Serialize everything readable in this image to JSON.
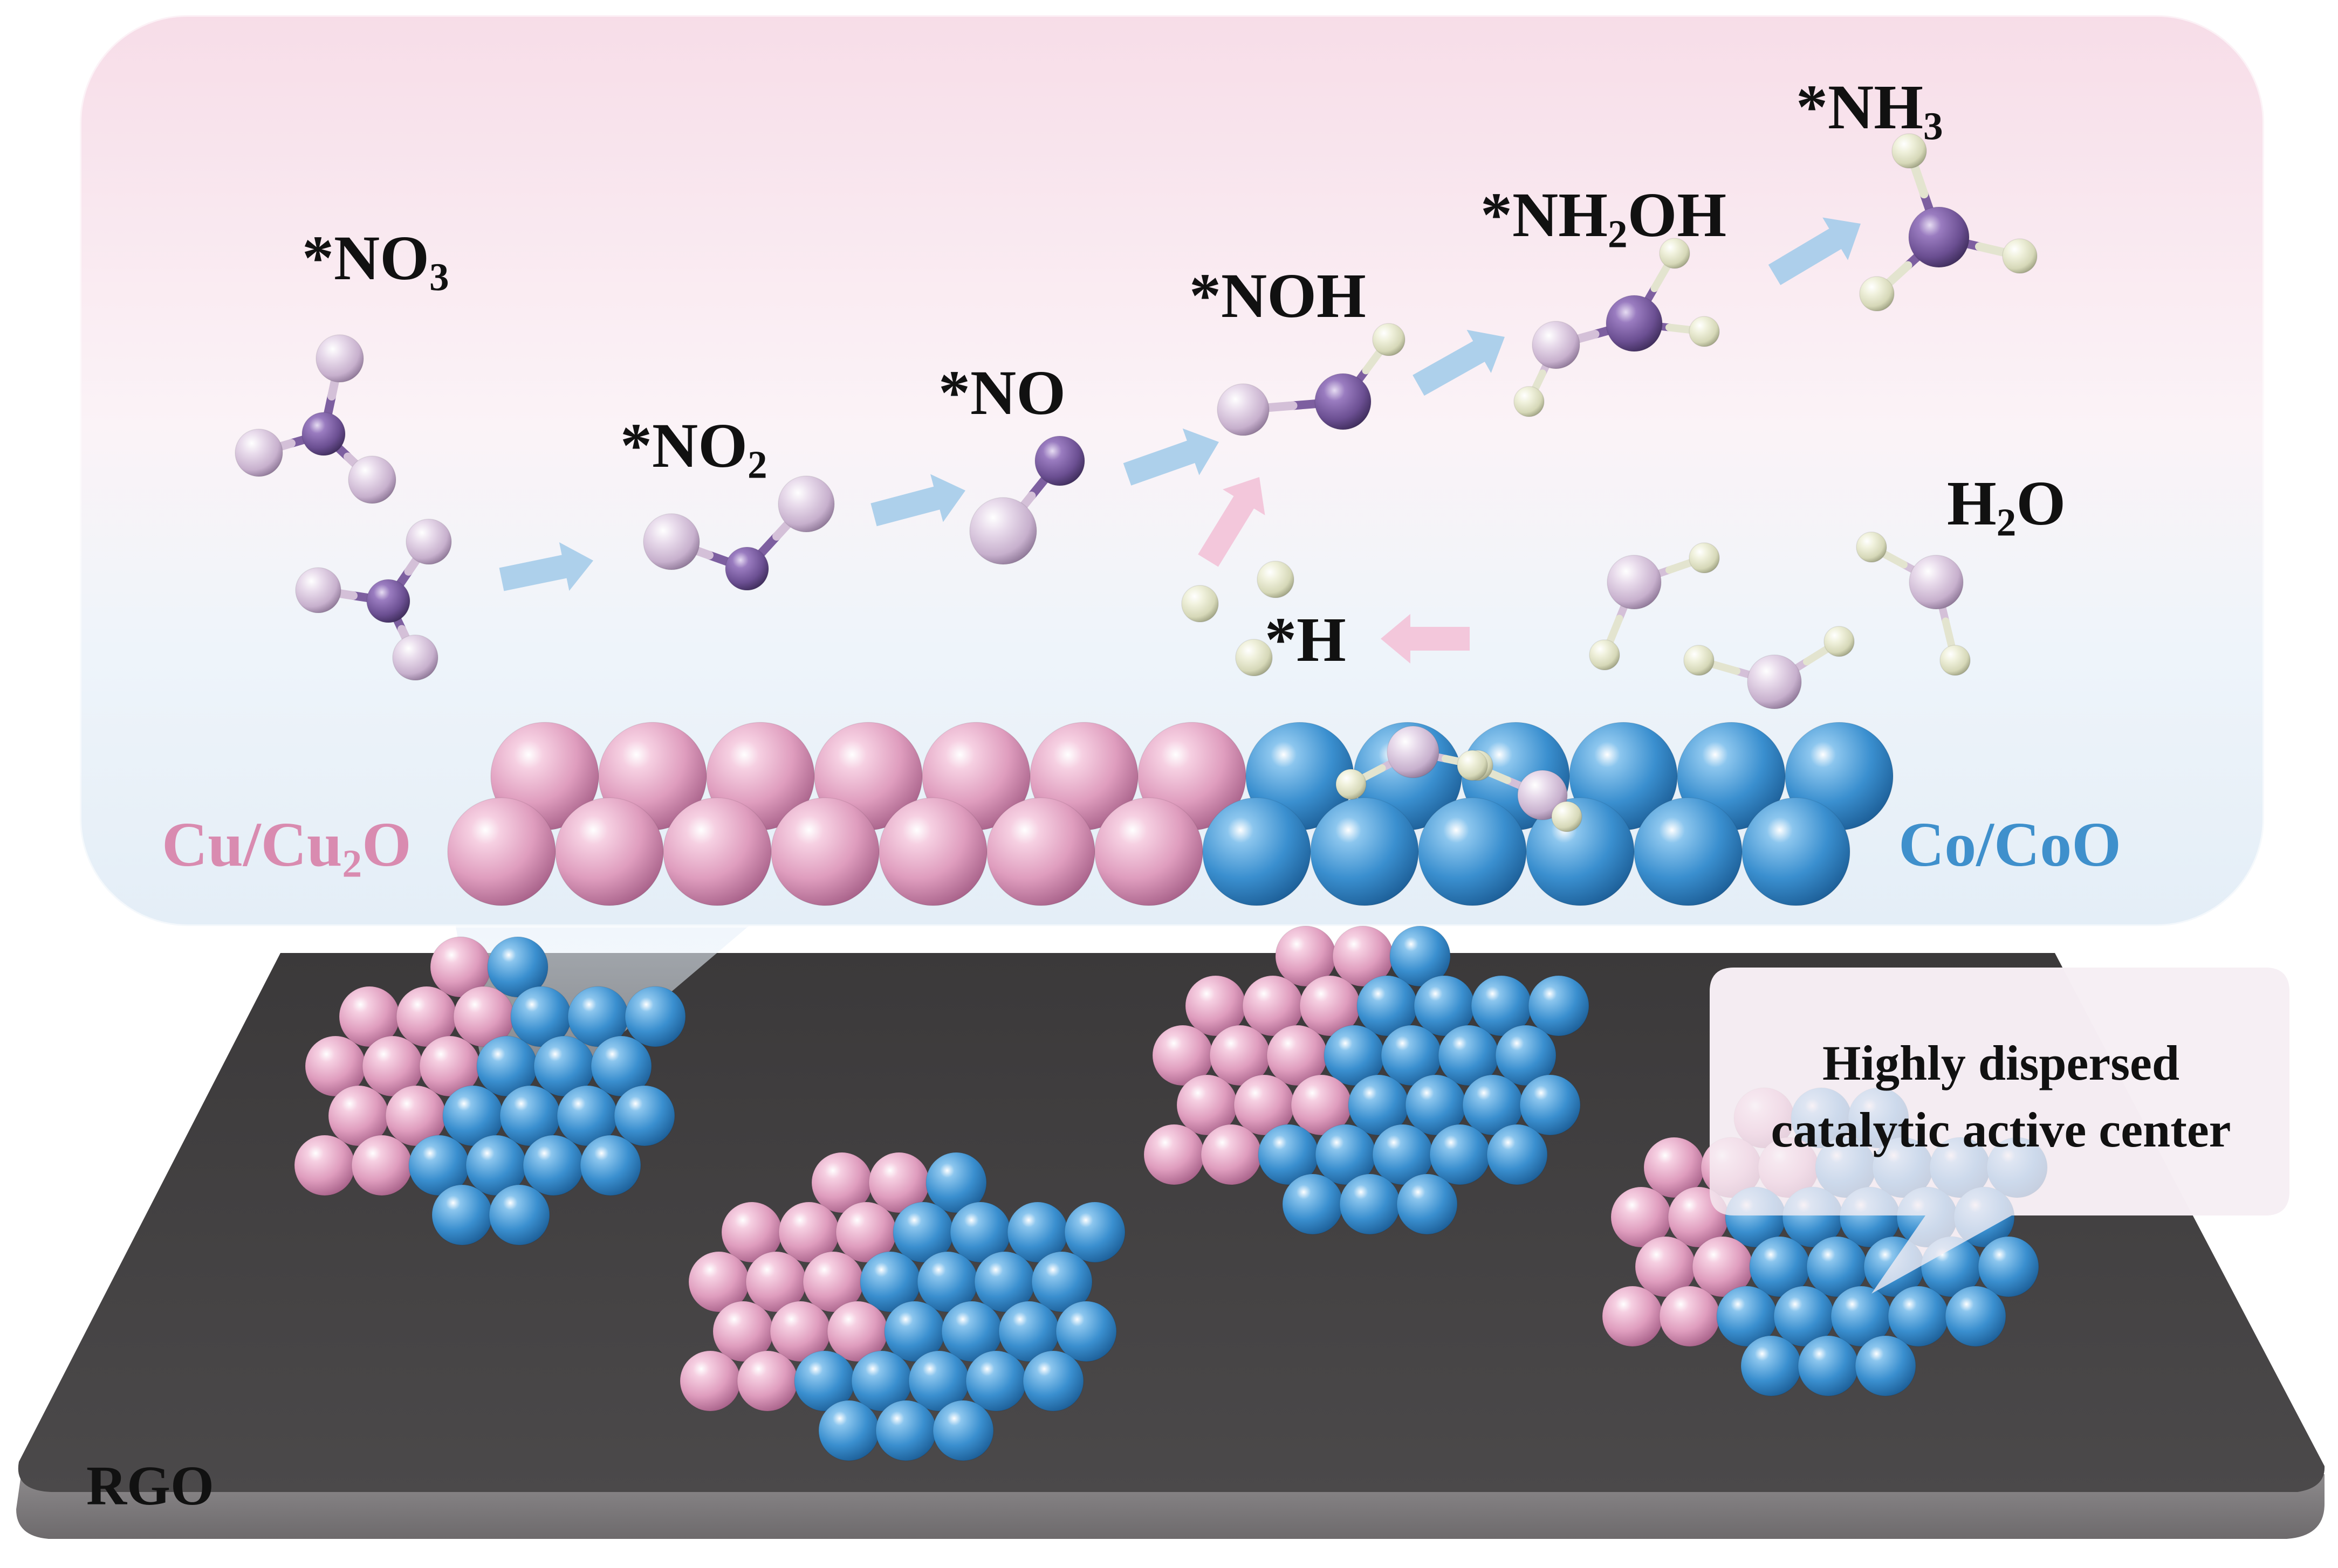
{
  "labels": {
    "no3_prefix": "*NO",
    "no3_sub": "3",
    "no2_prefix": "*NO",
    "no2_sub": "2",
    "no": "*NO",
    "noh": "*NOH",
    "nh2oh_a": "*NH",
    "nh2oh_sub": "2",
    "nh2oh_b": "OH",
    "nh3_prefix": "*NH",
    "nh3_sub": "3",
    "h": "*H",
    "h2o_a": "H",
    "h2o_sub": "2",
    "h2o_b": "O",
    "cu_a": "Cu/Cu",
    "cu_sub": "2",
    "cu_b": "O",
    "co": "Co/CoO",
    "rgo": "RGO",
    "callout_line1": "Highly dispersed",
    "callout_line2": "catalytic active center"
  },
  "colors": {
    "cu_atom": "#e9a8c7",
    "co_atom": "#3d95d4",
    "nitrogen": "#7a5a9c",
    "oxygen": "#d9c4dd",
    "hydrogen": "#e6e8cf",
    "arrow_blue": "#a9cdea",
    "arrow_pink": "#f2c4d9",
    "rgo_sheet": "#474546"
  }
}
